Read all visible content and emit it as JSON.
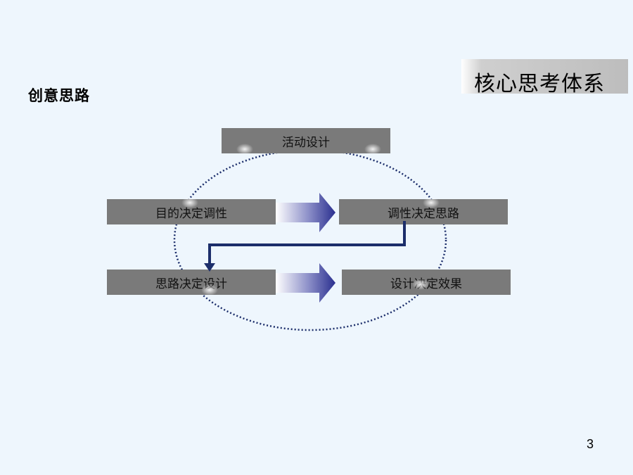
{
  "slide": {
    "subtitle": "创意思路",
    "title": "核心思考体系",
    "page_number": "3"
  },
  "diagram": {
    "nodes": {
      "activity_design": "活动设计",
      "purpose_decides_tone": "目的决定调性",
      "tone_decides_approach": "调性决定思路",
      "approach_decides_design": "思路决定设计",
      "design_decides_effect": "设计决定效果"
    }
  },
  "colors": {
    "background": "#EEF6FD",
    "box_fill": "#7a7a7a",
    "arrow_navy": "#1c2e6b",
    "arrow_blue": "#2a2f8f"
  }
}
